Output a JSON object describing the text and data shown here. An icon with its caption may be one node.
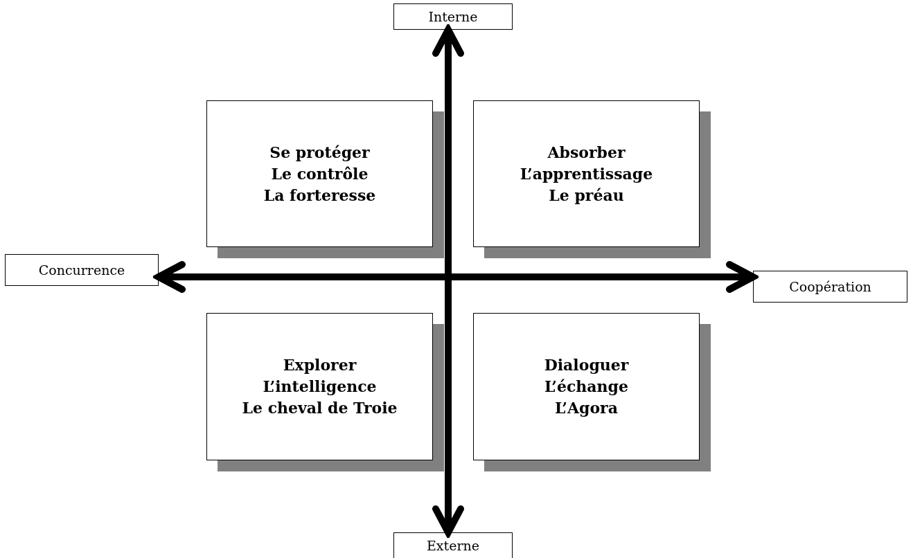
{
  "diagram": {
    "nodes": [
      {
        "text": [
          "Interne"
        ]
      },
      {
        "text": [
          "Externe"
        ]
      },
      {
        "text": [
          "Concurrence"
        ]
      },
      {
        "text": [
          "Coopération"
        ]
      },
      {
        "text": [
          "Se protéger",
          "Le contrôle",
          "La forteresse"
        ]
      },
      {
        "text": [
          "Absorber",
          "L’apprentissage",
          "Le préau"
        ]
      },
      {
        "text": [
          "Explorer",
          "L’intelligence",
          "Le cheval de Troie"
        ]
      },
      {
        "text": [
          "Dialoguer",
          "L’échange",
          "L’Agora"
        ]
      }
    ],
    "edges": [
      {
        "from": 1,
        "to": 0,
        "arrow": "both"
      },
      {
        "from": 2,
        "to": 3,
        "arrow": "both"
      }
    ]
  }
}
